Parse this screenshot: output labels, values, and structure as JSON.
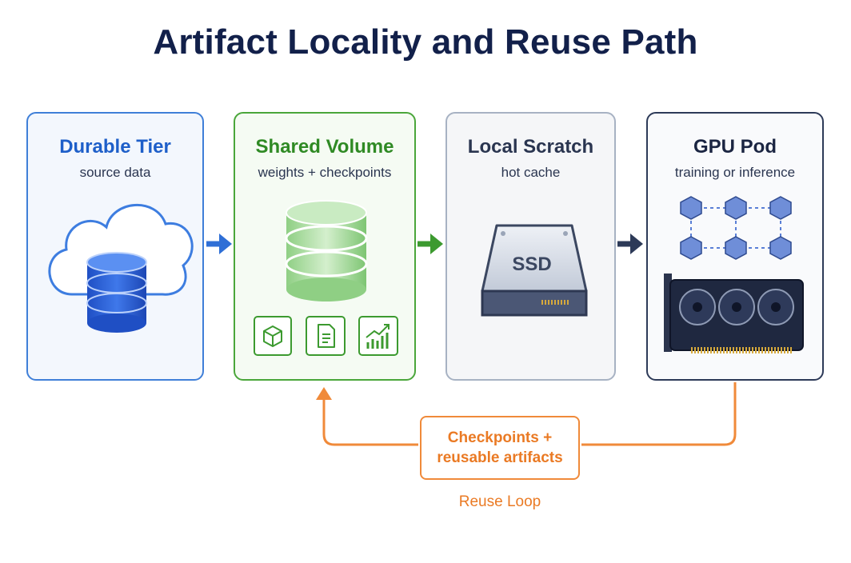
{
  "title": "Artifact Locality and Reuse Path",
  "cards": {
    "durable": {
      "title": "Durable Tier",
      "subtitle": "source data",
      "icon": "cloud-database-icon"
    },
    "shared": {
      "title": "Shared Volume",
      "subtitle": "weights + checkpoints",
      "icon": "database-stack-icon",
      "sub_icons": [
        "cube-icon",
        "document-icon",
        "growth-chart-icon"
      ]
    },
    "local": {
      "title": "Local Scratch",
      "subtitle": "hot cache",
      "icon": "ssd-drive-icon",
      "ssd_label": "SSD"
    },
    "gpu": {
      "title": "GPU Pod",
      "subtitle": "training or inference",
      "icon": "gpu-card-icon",
      "sub_icons": [
        "node-grid-icon"
      ]
    }
  },
  "loop": {
    "box_line1": "Checkpoints +",
    "box_line2": "reusable artifacts",
    "caption": "Reuse Loop"
  },
  "colors": {
    "title": "#12204a",
    "durable": "#3f7fd8",
    "shared": "#4aa63a",
    "local": "#a7b2c3",
    "gpu": "#2d3a58",
    "loop": "#f08a3a"
  }
}
